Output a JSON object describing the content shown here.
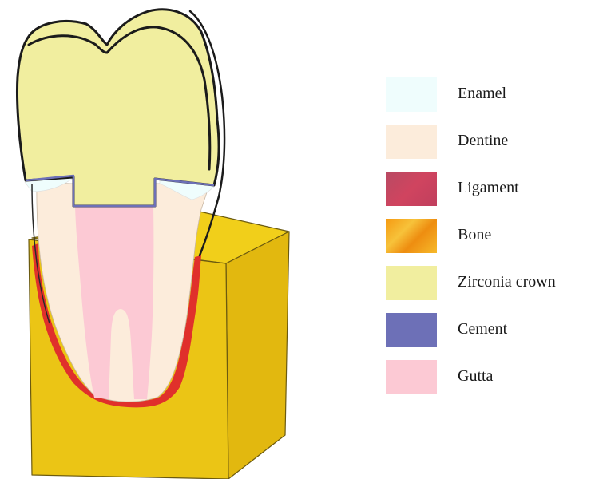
{
  "legend": {
    "items": [
      {
        "key": "enamel",
        "label": "Enamel",
        "color": "#effdfd"
      },
      {
        "key": "dentine",
        "label": "Dentine",
        "color": "#fcecdb"
      },
      {
        "key": "ligament",
        "label": "Ligament",
        "color": "#c74563"
      },
      {
        "key": "bone",
        "label": "Bone",
        "color": "#f3a21a"
      },
      {
        "key": "zirconia",
        "label": "Zirconia crown",
        "color": "#f1ee9f"
      },
      {
        "key": "cement",
        "label": "Cement",
        "color": "#6d70b7"
      },
      {
        "key": "gutta",
        "label": "Gutta",
        "color": "#fcc9d4"
      }
    ]
  },
  "colors": {
    "bone_front": "#ebc515",
    "bone_top": "#f1cf1a",
    "bone_side": "#e2b80f",
    "ligament_stroke": "#e0302b",
    "outline": "#1b1b1b"
  }
}
